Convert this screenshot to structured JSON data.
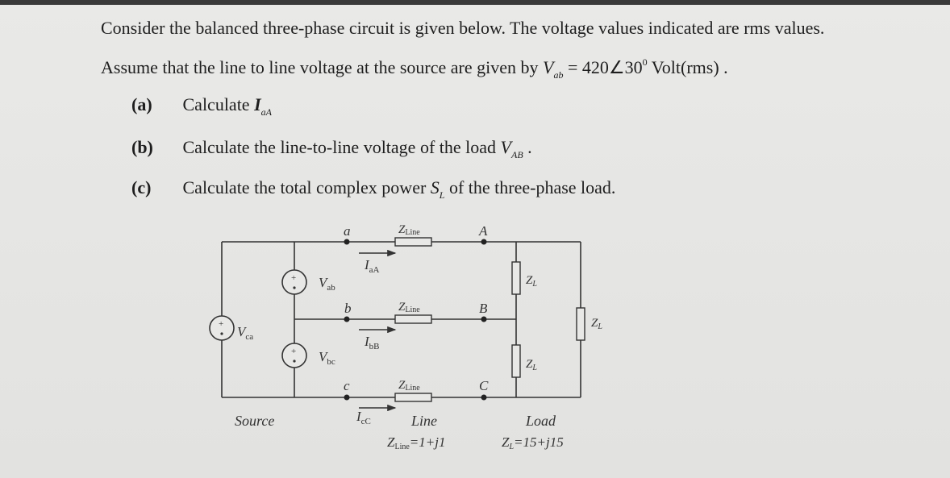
{
  "problem": {
    "intro_line1": "Consider the balanced three-phase circuit is given below. The voltage values indicated are rms values.",
    "intro_line2_prefix": "Assume that the line to line voltage at the source are given by",
    "vab_symbol": "V",
    "vab_sub": "ab",
    "vab_value": "= 420∠30",
    "vab_degree": "0",
    "vab_unit": "Volt(rms) .",
    "parts": [
      {
        "label": "(a)",
        "text": "Calculate",
        "symbol": "I",
        "sub": "aA",
        "tail": ""
      },
      {
        "label": "(b)",
        "text": "Calculate the line-to-line voltage of the load",
        "symbol": "V",
        "sub": "AB",
        "tail": " ."
      },
      {
        "label": "(c)",
        "text": "Calculate the total complex power",
        "symbol": "S",
        "sub": "L",
        "tail": " of the three-phase load."
      }
    ]
  },
  "circuit": {
    "node_a": "a",
    "node_b": "b",
    "node_c": "c",
    "node_A": "A",
    "node_B": "B",
    "node_C": "C",
    "zline": "Z",
    "zline_sub": "Line",
    "zl": "Z",
    "zl_sub": "L",
    "src_vab": "V",
    "src_vab_sub": "ab",
    "src_vbc": "V",
    "src_vbc_sub": "bc",
    "src_vca": "V",
    "src_vca_sub": "ca",
    "cur_aA": "I",
    "cur_aA_sub": "aA",
    "cur_bB": "I",
    "cur_bB_sub": "bB",
    "cur_cC": "I",
    "cur_cC_sub": "cC",
    "plus": "+",
    "label_source": "Source",
    "label_line": "Line",
    "label_load": "Load",
    "zline_value": "=1+j1",
    "zl_value": "=15+j15"
  }
}
